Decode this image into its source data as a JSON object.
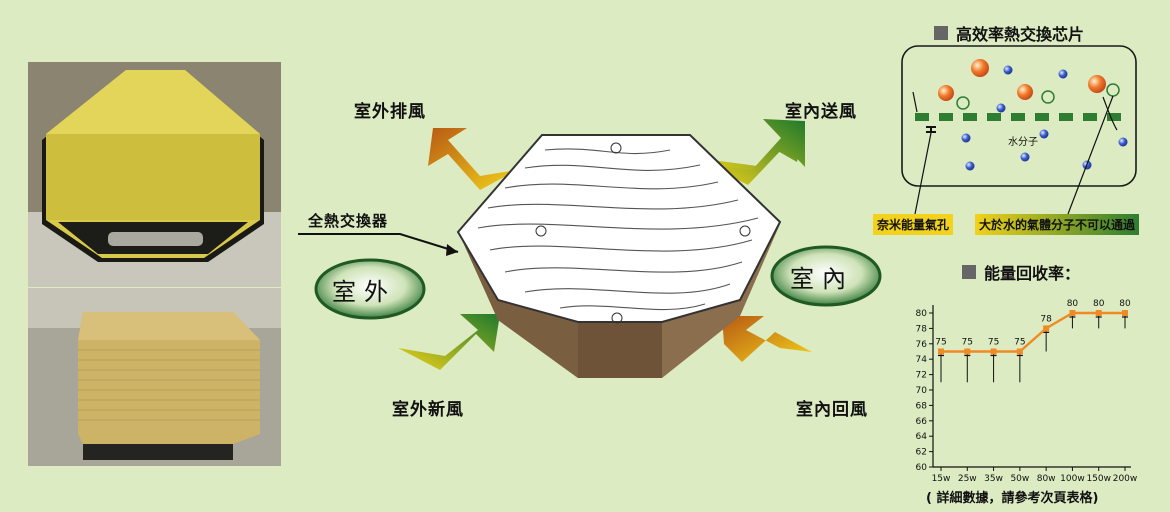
{
  "labels": {
    "outdoor_exhaust": "室外排風",
    "indoor_supply": "室內送風",
    "outdoor_fresh": "室外新風",
    "indoor_return": "室內回風",
    "exchanger": "全熱交換器",
    "outdoor": "室外",
    "indoor": "室內"
  },
  "membrane": {
    "title": "高效率熱交換芯片",
    "water_molecule": "水分子",
    "tag_left": "奈米能量氣孔",
    "tag_right": "大於水的氣體分子不可以通過"
  },
  "recovery": {
    "title": "能量回收率：",
    "note": "( 詳細數據，請參考次頁表格)"
  },
  "chart_data": {
    "type": "line",
    "title": "能量回收率：",
    "categories": [
      "15w",
      "25w",
      "35w",
      "50w",
      "80w",
      "100w",
      "150w",
      "200w"
    ],
    "values": [
      75,
      75,
      75,
      75,
      78,
      80,
      80,
      80
    ],
    "ylim": [
      60,
      80
    ],
    "yticks": [
      60,
      62,
      64,
      66,
      68,
      70,
      72,
      74,
      76,
      78,
      80
    ],
    "grid": false,
    "colors": {
      "line": "#f08a24",
      "marker": "#f08a24"
    }
  },
  "colors": {
    "background": "#dcebc2",
    "arrow_brown": "#b85a14",
    "arrow_yellow": "#f2d21a",
    "arrow_green": "#1f7a2c",
    "membrane_green": "#2e7d32",
    "sphere_orange": "#f07a2a",
    "sphere_blue": "#3b5fd0"
  }
}
